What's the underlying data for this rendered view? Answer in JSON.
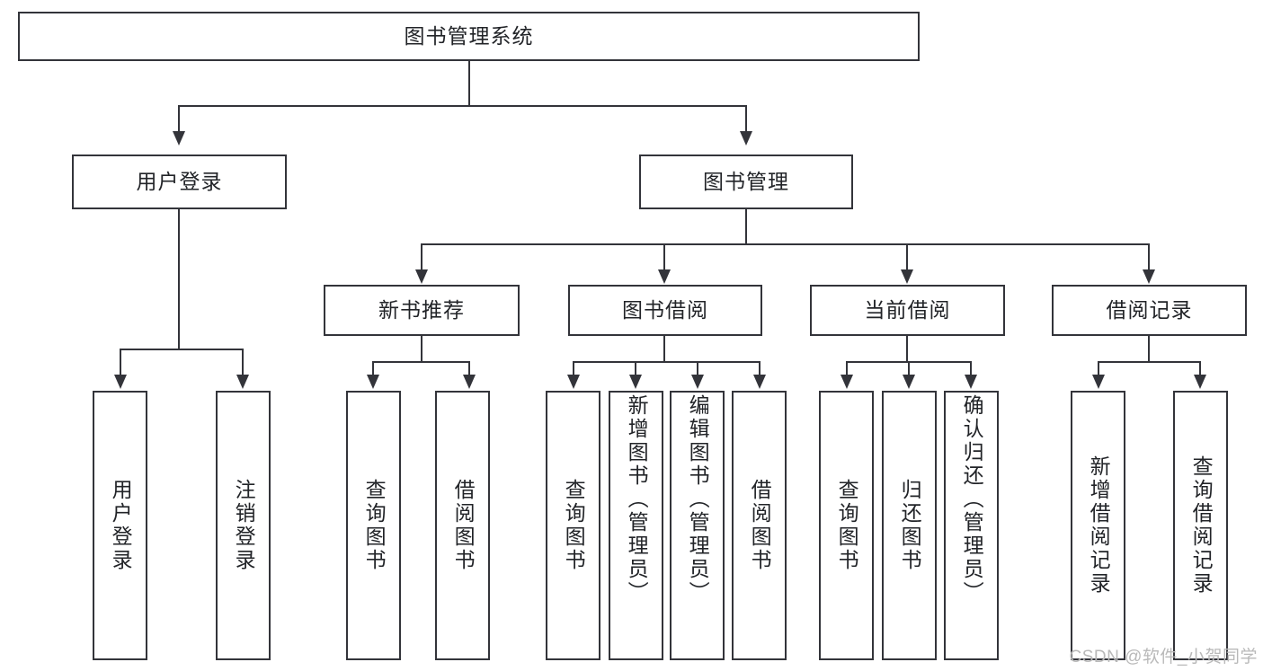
{
  "diagram": {
    "title": "图书管理系统",
    "type": "hierarchy-tree",
    "root": {
      "label": "图书管理系统"
    },
    "level2": [
      {
        "label": "用户登录"
      },
      {
        "label": "图书管理"
      }
    ],
    "level3": [
      {
        "label": "新书推荐"
      },
      {
        "label": "图书借阅"
      },
      {
        "label": "当前借阅"
      },
      {
        "label": "借阅记录"
      }
    ],
    "leaves": {
      "user_login": [
        {
          "label": "用户登录"
        },
        {
          "label": "注销登录"
        }
      ],
      "new_book_recommend": [
        {
          "label": "查询图书"
        },
        {
          "label": "借阅图书"
        }
      ],
      "book_borrow": [
        {
          "label": "查询图书"
        },
        {
          "label": "新增图书（管理员）"
        },
        {
          "label": "编辑图书（管理员）"
        },
        {
          "label": "借阅图书"
        }
      ],
      "current_borrow": [
        {
          "label": "查询图书"
        },
        {
          "label": "归还图书"
        },
        {
          "label": "确认归还（管理员）"
        }
      ],
      "borrow_record": [
        {
          "label": "新增借阅记录"
        },
        {
          "label": "查询借阅记录"
        }
      ]
    }
  },
  "watermark": {
    "text": "CSDN @软件_小贺同学"
  },
  "colors": {
    "stroke": "#33343a",
    "text": "#222428",
    "background": "#ffffff",
    "watermark": "#b9b9b9"
  }
}
